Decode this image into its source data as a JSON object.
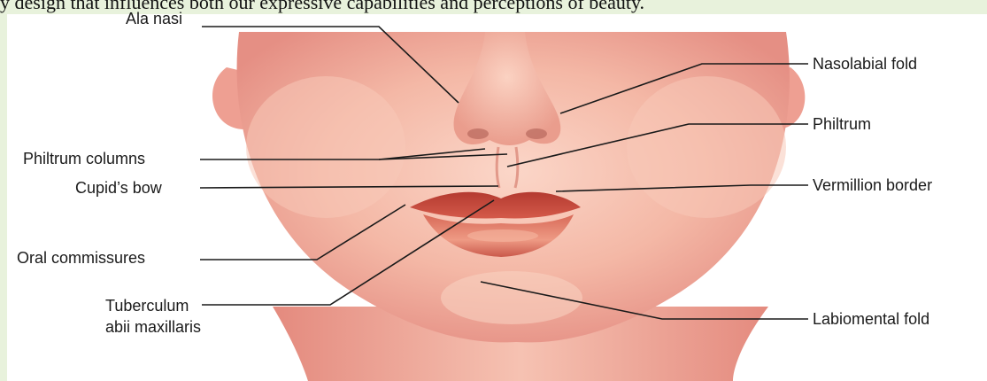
{
  "caption": "y design that influences both our expressive capabilities and perceptions of beauty.",
  "labels": {
    "ala_nasi": "Ala nasi",
    "philtrum_columns": "Philtrum columns",
    "cupids_bow": "Cupid’s bow",
    "oral_commissures": "Oral commissures",
    "tuberculum_line1": "Tuberculum",
    "tuberculum_line2": "abii maxillaris",
    "nasolabial_fold": "Nasolabial fold",
    "philtrum": "Philtrum",
    "vermillion_border": "Vermillion border",
    "labiomental_fold": "Labiomental fold"
  },
  "colors": {
    "page_background": "#e8f2dc",
    "skin_base": "#f6c2b2",
    "skin_shadow": "#e8948a",
    "lip": "#c84a3e",
    "lip_highlight": "#e98a76",
    "leader_line": "#1a1a1a"
  }
}
